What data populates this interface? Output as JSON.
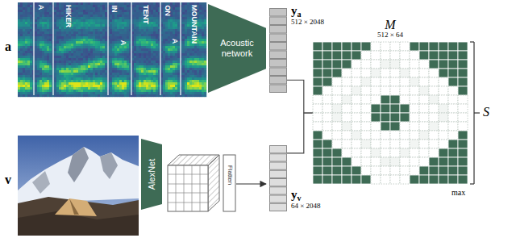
{
  "diagram": {
    "nodes": [
      {
        "text": [
          "Acoustic network"
        ]
      },
      {
        "text": [
          "AlexNet"
        ]
      },
      {
        "text": [
          "y",
          "a",
          "512 × 2048"
        ]
      },
      {
        "text": [
          "y",
          "v",
          "64 × 2048"
        ]
      },
      {
        "text": [
          "M",
          "512 × 64"
        ]
      }
    ],
    "edges": [
      {
        "from": 2,
        "to": 4,
        "arrow": "none"
      },
      {
        "from": 3,
        "to": 4,
        "arrow": "none"
      }
    ],
    "labels": [
      "a",
      "v",
      "A",
      "HIKER",
      "IN",
      "A",
      "TENT",
      "ON",
      "A",
      "MOUNTAIN",
      "Flatten",
      "S",
      "max"
    ]
  }
}
